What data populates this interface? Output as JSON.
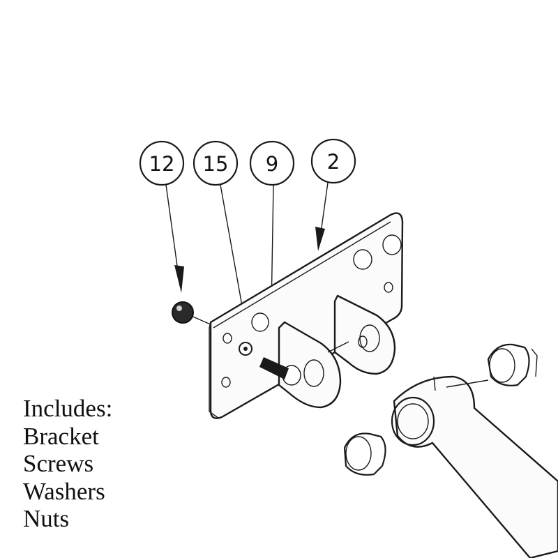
{
  "callouts": [
    "12",
    "15",
    "9",
    "2"
  ],
  "includes": {
    "heading": "Includes:",
    "items": [
      "Bracket",
      "Screws",
      "Washers",
      "Nuts"
    ]
  },
  "icons": {
    "part-12": "ball-icon",
    "part-15": "screw-icon",
    "part-9": "washer-icon",
    "part-2": "bracket-icon"
  }
}
